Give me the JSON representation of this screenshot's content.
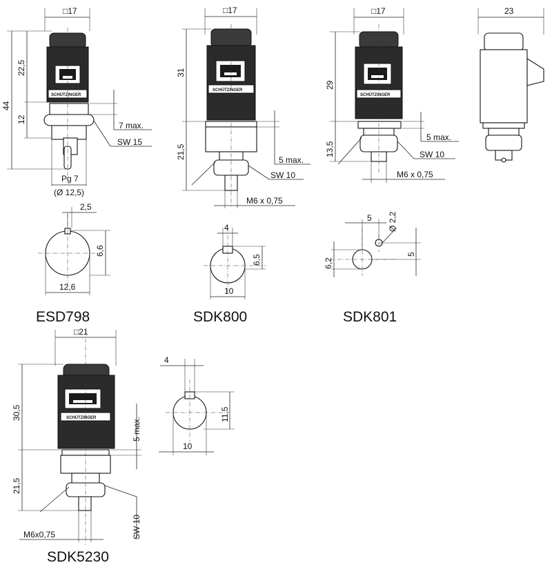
{
  "products": [
    {
      "id": "ESD798",
      "label": "ESD798",
      "dims": {
        "width": "□17",
        "total_height": "44",
        "upper_height": "22,5",
        "lower_height": "12",
        "panel": "7 max.",
        "wrench": "SW 15",
        "thread": "Pg 7",
        "thread_dia": "(Ø 12,5)",
        "cutout_key": "2,5",
        "cutout_height": "6,6",
        "cutout_width": "12,6"
      }
    },
    {
      "id": "SDK800",
      "label": "SDK800",
      "dims": {
        "width": "□17",
        "upper_height": "31",
        "lower_height": "21,5",
        "panel": "5 max.",
        "wrench": "SW 10",
        "thread": "M6 x 0,75",
        "cutout_key": "4",
        "cutout_height": "6,5",
        "cutout_width": "10"
      }
    },
    {
      "id": "SDK801",
      "label": "SDK801",
      "dims": {
        "width": "□17",
        "width_side": "23",
        "upper_height": "29",
        "lower_height": "13,5",
        "panel": "5 max.",
        "wrench": "SW 10",
        "thread": "M6 x 0,75",
        "cutout_offset": "5",
        "cutout_pin_dia": "Ø 2,2",
        "cutout_pin_offset": "5",
        "cutout_height": "6,2"
      }
    },
    {
      "id": "SDK5230",
      "label": "SDK5230",
      "dims": {
        "width": "□21",
        "upper_height": "30,5",
        "lower_height": "21,5",
        "panel": "5 max.",
        "wrench": "SW 10",
        "thread": "M6x0,75",
        "cutout_key": "4",
        "cutout_height": "11,5",
        "cutout_width": "10"
      }
    }
  ],
  "brand": "SCHÜTZINGER"
}
